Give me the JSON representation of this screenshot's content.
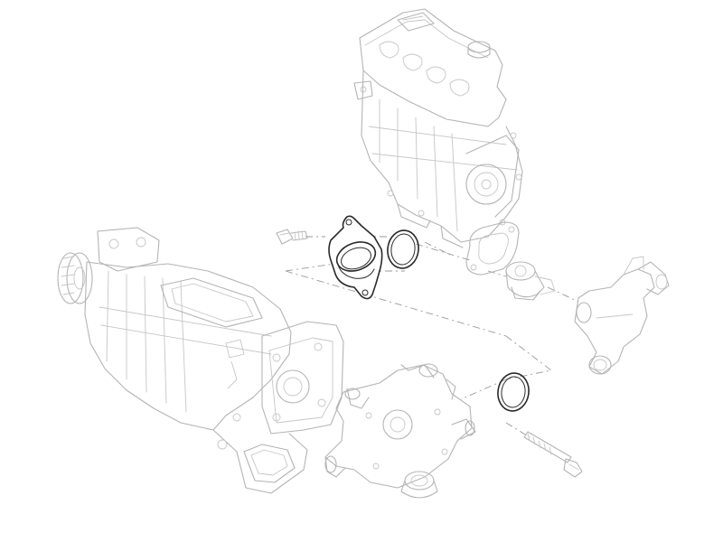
{
  "diagram": {
    "style": "exploded-parts-line-drawing",
    "background": "#ffffff",
    "colors": {
      "highlight_stroke": "#2a2a2a",
      "context_stroke": "#b4b4b4",
      "leader_stroke": "#9a9a9a"
    },
    "parts": [
      {
        "id": "engine-block",
        "highlighted": false
      },
      {
        "id": "supercharger",
        "highlighted": false
      },
      {
        "id": "bolt-short",
        "highlighted": false
      },
      {
        "id": "thermostat-flange",
        "highlighted": true
      },
      {
        "id": "o-ring-upper",
        "highlighted": true
      },
      {
        "id": "gasket",
        "highlighted": false
      },
      {
        "id": "thermostat",
        "highlighted": false
      },
      {
        "id": "coolant-outlet-housing",
        "highlighted": false
      },
      {
        "id": "water-pump",
        "highlighted": false
      },
      {
        "id": "o-ring-lower",
        "highlighted": true
      },
      {
        "id": "bolt-long",
        "highlighted": false
      }
    ]
  }
}
